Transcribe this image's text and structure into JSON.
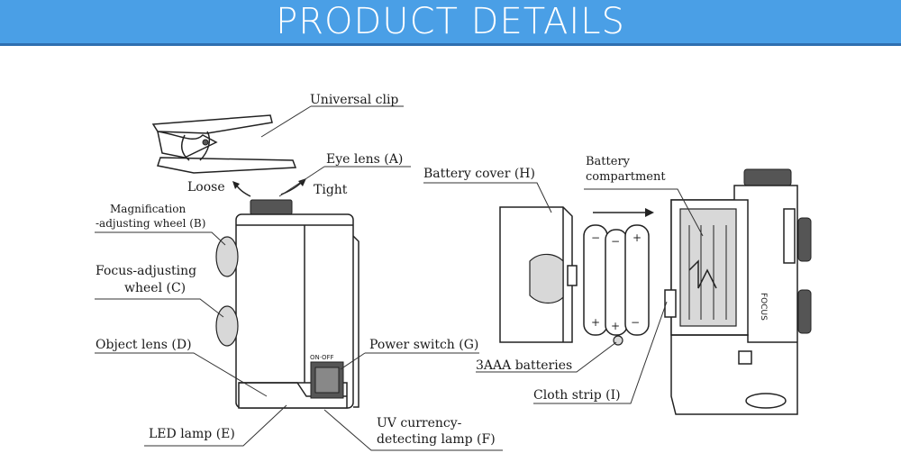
{
  "header": {
    "title": "PRODUCT DETAILS"
  },
  "labels": {
    "universal_clip": "Universal clip",
    "eye_lens": "Eye lens (A)",
    "loose": "Loose",
    "tight": "Tight",
    "magnification_line1": "Magnification",
    "magnification_line2": "-adjusting wheel (B)",
    "focus_line1": "Focus-adjusting",
    "focus_line2": "wheel (C)",
    "object_lens": "Object lens (D)",
    "power_switch": "Power switch (G)",
    "led_lamp": "LED lamp (E)",
    "uv_line1": "UV currency-",
    "uv_line2": "detecting lamp (F)",
    "battery_cover": "Battery cover (H)",
    "battery_compartment_line1": "Battery",
    "battery_compartment_line2": "compartment",
    "batteries": "3AAA batteries",
    "cloth_strip": "Cloth strip (I)",
    "focus_side": "FOCUS"
  },
  "colors": {
    "banner": "#4a9fe6",
    "banner_line": "#2f6fb0",
    "ink": "#222222"
  }
}
